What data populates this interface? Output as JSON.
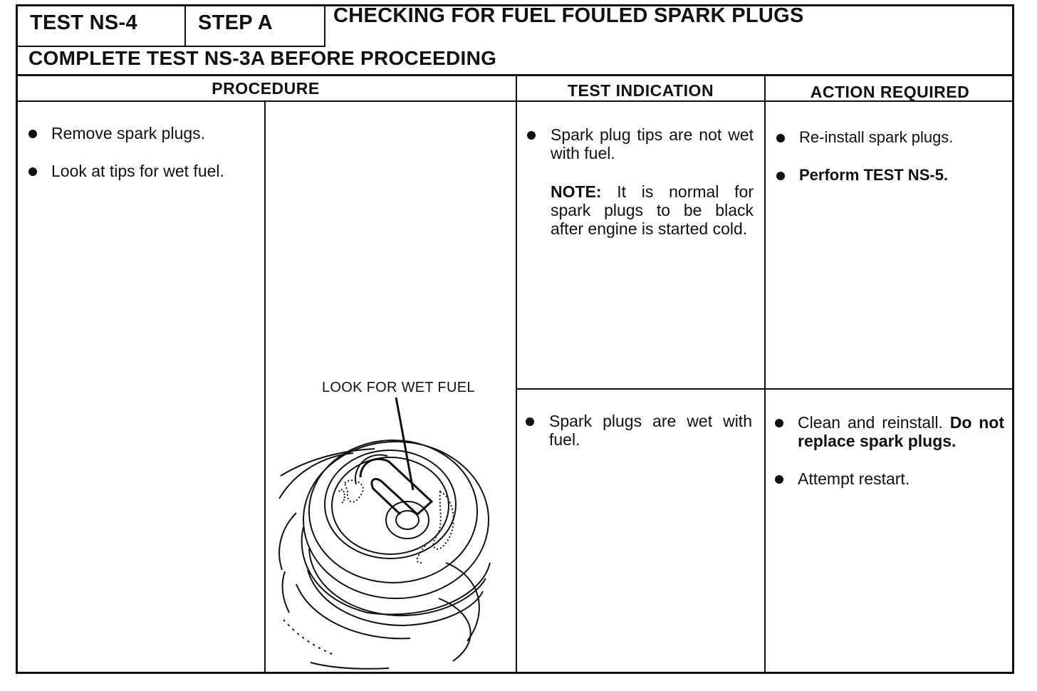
{
  "header": {
    "test_id": "TEST NS-4",
    "step": "STEP A",
    "title": "CHECKING FOR FUEL FOULED SPARK PLUGS",
    "prerequisite": "COMPLETE TEST NS-3A BEFORE PROCEEDING"
  },
  "columns": {
    "procedure": "PROCEDURE",
    "test_indication": "TEST INDICATION",
    "action_required": "ACTION REQUIRED"
  },
  "procedure": {
    "steps": [
      "Remove spark plugs.",
      "Look at tips for wet fuel."
    ],
    "illustration_callout": "LOOK FOR WET FUEL",
    "illustration_icon": "spark-plug-tip-illustration"
  },
  "rows": [
    {
      "indication": "Spark plug tips are not wet with fuel.",
      "note_label": "NOTE:",
      "note_text": "It is normal for spark plugs to be black after engine is started cold.",
      "actions": [
        {
          "text": "Re-install spark plugs.",
          "bold": ""
        },
        {
          "text": "",
          "bold": "Perform TEST NS-5."
        }
      ]
    },
    {
      "indication": "Spark plugs are wet with fuel.",
      "actions": [
        {
          "text": "Clean and reinstall. ",
          "bold": "Do not replace spark plugs."
        },
        {
          "text": "Attempt restart.",
          "bold": ""
        }
      ]
    }
  ]
}
